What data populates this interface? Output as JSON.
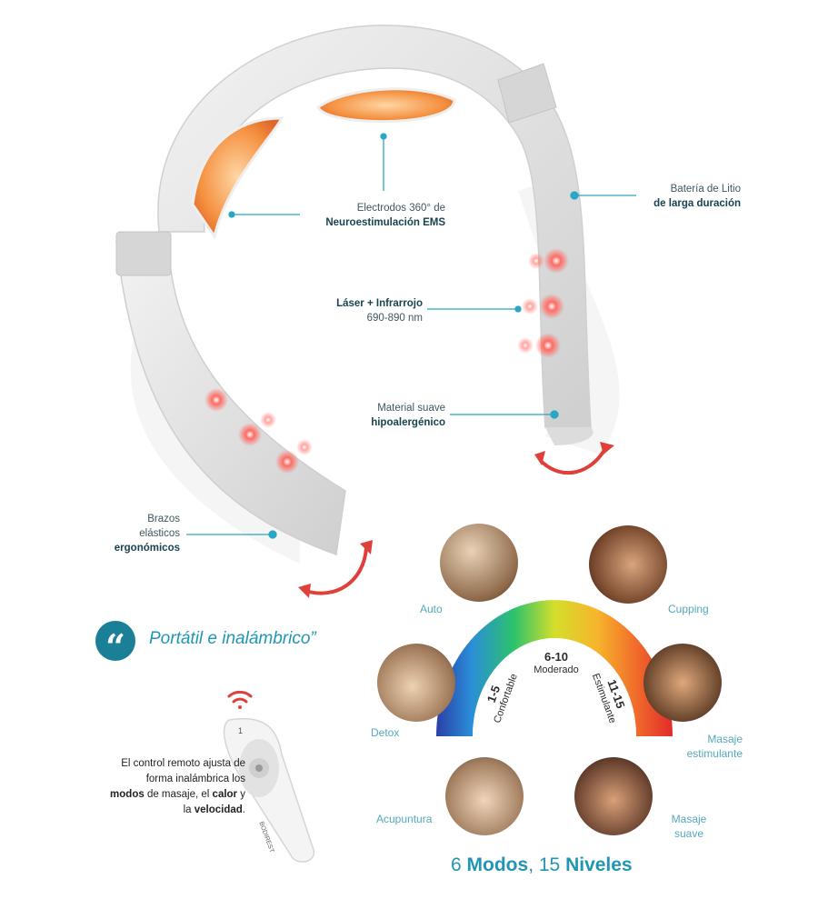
{
  "colors": {
    "accent": "#2196b4",
    "callout_line": "#29a7c4",
    "arrow_red": "#e0403a",
    "device": "#e4e4e4",
    "heat_orange": "#f49545"
  },
  "callouts": {
    "electrodes": {
      "line1": "Electrodos 360° de",
      "bold": "Neuroestimulación EMS"
    },
    "battery": {
      "line1": "Batería de Litio",
      "bold": "de larga duración"
    },
    "laser": {
      "bold": "Láser + Infrarrojo",
      "line2": "690-890 nm"
    },
    "material": {
      "line1": "Material suave",
      "bold": "hipoalergénico"
    },
    "arms": {
      "line1": "Brazos",
      "line2": "elásticos",
      "bold": "ergonómicos"
    }
  },
  "quote": {
    "icon": "quote-icon",
    "glyph": "“",
    "text": "Portátil e inalámbrico”"
  },
  "modes": {
    "auto": "Auto",
    "cupping": "Cupping",
    "detox": "Detox",
    "masaje_estimulante": [
      "Masaje",
      "estimulante"
    ],
    "acupuntura": "Acupuntura",
    "masaje_suave": [
      "Masaje",
      "suave"
    ]
  },
  "levels": {
    "low": {
      "range": "1-5",
      "name": "Confortable"
    },
    "mid": {
      "range": "6-10",
      "name": "Moderado"
    },
    "high": {
      "range": "11-15",
      "name": "Estimulante"
    }
  },
  "remote": {
    "brand": "BODIREST",
    "button_1": "1",
    "wifi_icon": "wireless-signal-icon",
    "text_before_modos": "El control remoto ajusta de forma inalámbrica los ",
    "modos": "modos",
    "text_after_modos": " de masaje, el ",
    "calor": "calor",
    "text_y_la": " y la ",
    "velocidad": "velocidad",
    "end": "."
  },
  "footer": {
    "num_modes": "6",
    "modes_word": "Modos",
    "sep": ", ",
    "num_levels": "15",
    "levels_word": "Niveles"
  }
}
